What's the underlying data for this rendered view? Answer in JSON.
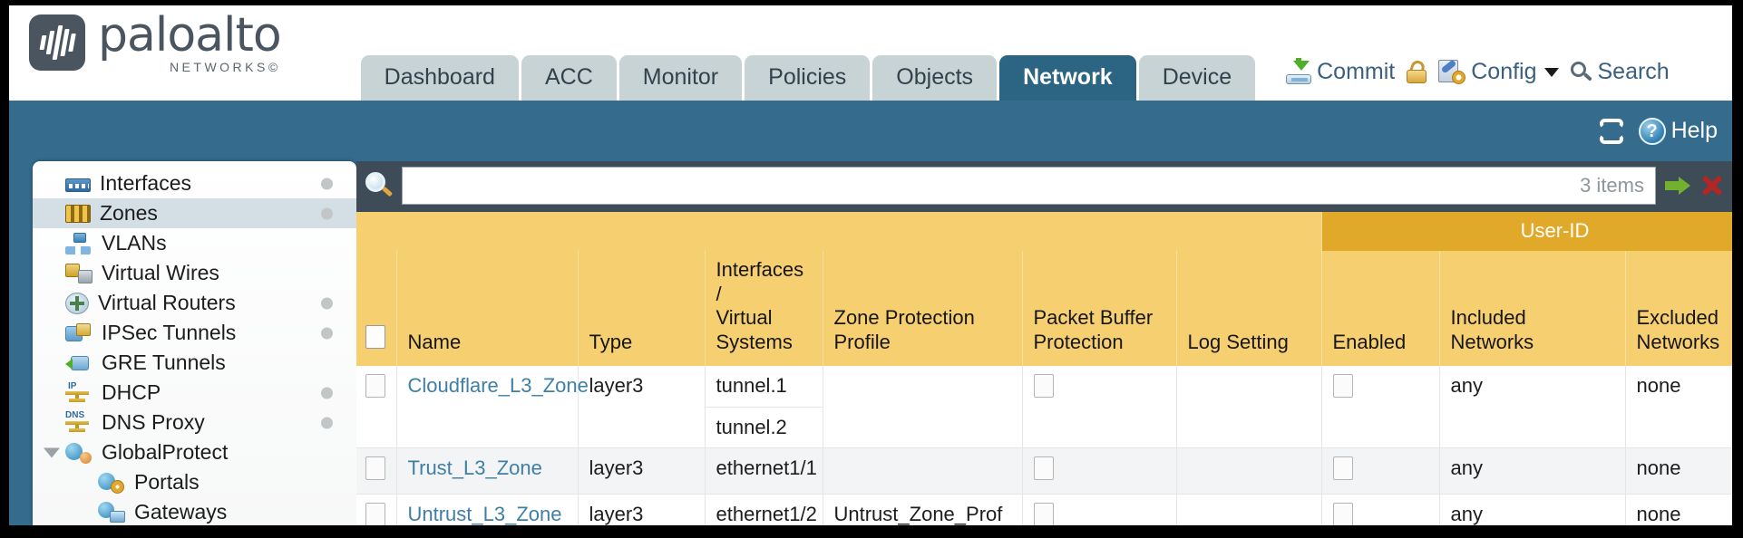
{
  "brand": {
    "name": "paloalto",
    "tagline": "NETWORKS",
    "trademark": "©"
  },
  "tabs": [
    {
      "label": "Dashboard",
      "active": false
    },
    {
      "label": "ACC",
      "active": false
    },
    {
      "label": "Monitor",
      "active": false
    },
    {
      "label": "Policies",
      "active": false
    },
    {
      "label": "Objects",
      "active": false
    },
    {
      "label": "Network",
      "active": true
    },
    {
      "label": "Device",
      "active": false
    }
  ],
  "toolbar": {
    "commit_label": "Commit",
    "config_label": "Config",
    "search_label": "Search",
    "lock_icon": "lock-icon",
    "commit_icon": "commit-icon",
    "config_icon": "config-icon",
    "search_icon": "search-icon"
  },
  "bluebar": {
    "refresh_icon": "refresh-icon",
    "help_label": "Help",
    "help_icon": "help-icon"
  },
  "sidebar": {
    "items": [
      {
        "label": "Interfaces",
        "icon": "interfaces-icon",
        "iconClass": "n-if",
        "selected": false,
        "dot": true,
        "child": false,
        "twisty": false
      },
      {
        "label": "Zones",
        "icon": "zones-icon",
        "iconClass": "n-zn",
        "selected": true,
        "dot": true,
        "child": false,
        "twisty": false
      },
      {
        "label": "VLANs",
        "icon": "vlans-icon",
        "iconClass": "n-vl",
        "selected": false,
        "dot": false,
        "child": false,
        "twisty": false
      },
      {
        "label": "Virtual Wires",
        "icon": "virtual-wires-icon",
        "iconClass": "n-vw",
        "selected": false,
        "dot": false,
        "child": false,
        "twisty": false
      },
      {
        "label": "Virtual Routers",
        "icon": "virtual-routers-icon",
        "iconClass": "n-vr",
        "selected": false,
        "dot": true,
        "child": false,
        "twisty": false
      },
      {
        "label": "IPSec Tunnels",
        "icon": "ipsec-tunnels-icon",
        "iconClass": "n-ip",
        "selected": false,
        "dot": true,
        "child": false,
        "twisty": false
      },
      {
        "label": "GRE Tunnels",
        "icon": "gre-tunnels-icon",
        "iconClass": "n-gre",
        "selected": false,
        "dot": false,
        "child": false,
        "twisty": false
      },
      {
        "label": "DHCP",
        "icon": "dhcp-icon",
        "iconClass": "n-dh",
        "selected": false,
        "dot": true,
        "child": false,
        "twisty": false
      },
      {
        "label": "DNS Proxy",
        "icon": "dns-proxy-icon",
        "iconClass": "n-dn",
        "selected": false,
        "dot": true,
        "child": false,
        "twisty": false
      },
      {
        "label": "GlobalProtect",
        "icon": "globalprotect-icon",
        "iconClass": "n-gp",
        "selected": false,
        "dot": false,
        "child": false,
        "twisty": true
      },
      {
        "label": "Portals",
        "icon": "portals-icon",
        "iconClass": "n-pt",
        "selected": false,
        "dot": false,
        "child": true,
        "twisty": false
      },
      {
        "label": "Gateways",
        "icon": "gateways-icon",
        "iconClass": "n-gw",
        "selected": false,
        "dot": false,
        "child": true,
        "twisty": false
      }
    ]
  },
  "search": {
    "value": "",
    "placeholder": "",
    "items_count": "3 items",
    "magnifier_icon": "search-icon",
    "apply_icon": "apply-filter-icon",
    "clear_icon": "clear-filter-icon"
  },
  "table": {
    "group_header": "User-ID",
    "columns": [
      "Name",
      "Type",
      "Interfaces / Virtual Systems",
      "Zone Protection Profile",
      "Packet Buffer Protection",
      "Log Setting",
      "Enabled",
      "Included Networks",
      "Excluded Networks"
    ],
    "rows": [
      {
        "name": "Cloudflare_L3_Zone",
        "type": "layer3",
        "interfaces": [
          "tunnel.1",
          "tunnel.2"
        ],
        "zone_protection_profile": "",
        "packet_buffer_protection": false,
        "log_setting": "",
        "userid_enabled": false,
        "included_networks": "any",
        "excluded_networks": "none"
      },
      {
        "name": "Trust_L3_Zone",
        "type": "layer3",
        "interfaces": [
          "ethernet1/1"
        ],
        "zone_protection_profile": "",
        "packet_buffer_protection": false,
        "log_setting": "",
        "userid_enabled": false,
        "included_networks": "any",
        "excluded_networks": "none"
      },
      {
        "name": "Untrust_L3_Zone",
        "type": "layer3",
        "interfaces": [
          "ethernet1/2"
        ],
        "zone_protection_profile": "Untrust_Zone_Prof",
        "packet_buffer_protection": false,
        "log_setting": "",
        "userid_enabled": false,
        "included_networks": "any",
        "excluded_networks": "none"
      }
    ]
  },
  "colors": {
    "chrome_blue": "#356b8c",
    "active_tab": "#2c6484",
    "header_yellow": "#f6cf71",
    "group_yellow": "#e0a92a",
    "link_blue": "#3f7fa6",
    "sidebar_selected": "#d3dfe4"
  }
}
